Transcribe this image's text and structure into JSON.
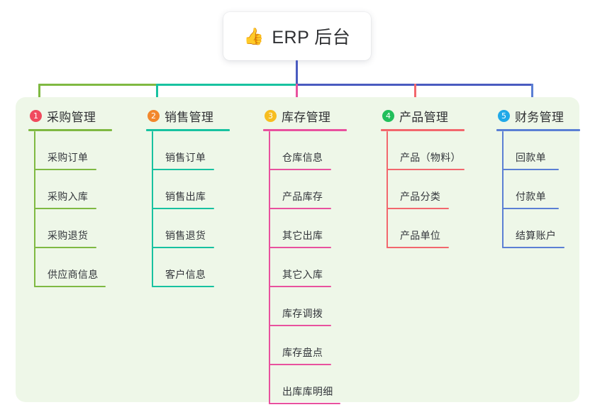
{
  "root": {
    "icon": "thumbs-up-icon",
    "icon_glyph": "👍",
    "title": "ERP 后台"
  },
  "palette": {
    "panel_background": "#eef7e8",
    "page_background": "#ffffff",
    "root_text": "#2f3033",
    "trunk": "#4a5bc0"
  },
  "connectors": {
    "trunk_color": "#4a5bc0",
    "bar_segments": [
      {
        "name": "segment-green",
        "color": "#7fb942"
      },
      {
        "name": "segment-teal",
        "color": "#18c2a0"
      },
      {
        "name": "segment-indigo",
        "color": "#4a5bc0"
      }
    ]
  },
  "columns": [
    {
      "number": "1",
      "title": "采购管理",
      "badge_color": "#f04a5e",
      "line_color": "#7fb942",
      "rule_width": 118,
      "items": [
        {
          "label": "采购订单",
          "rule_width": 88
        },
        {
          "label": "采购入库",
          "rule_width": 88
        },
        {
          "label": "采购退货",
          "rule_width": 88
        },
        {
          "label": "供应商信息",
          "rule_width": 101
        }
      ]
    },
    {
      "number": "2",
      "title": "销售管理",
      "badge_color": "#f2872c",
      "line_color": "#18c2a0",
      "rule_width": 118,
      "items": [
        {
          "label": "销售订单",
          "rule_width": 88
        },
        {
          "label": "销售出库",
          "rule_width": 88
        },
        {
          "label": "销售退货",
          "rule_width": 88
        },
        {
          "label": "客户信息",
          "rule_width": 88
        }
      ]
    },
    {
      "number": "3",
      "title": "库存管理",
      "badge_color": "#f7bd1f",
      "line_color": "#e8519e",
      "rule_width": 118,
      "items": [
        {
          "label": "仓库信息",
          "rule_width": 88
        },
        {
          "label": "产品库存",
          "rule_width": 88
        },
        {
          "label": "其它出库",
          "rule_width": 88
        },
        {
          "label": "其它入库",
          "rule_width": 88
        },
        {
          "label": "库存调拨",
          "rule_width": 88
        },
        {
          "label": "库存盘点",
          "rule_width": 88
        },
        {
          "label": "出库库明细",
          "rule_width": 101
        }
      ]
    },
    {
      "number": "4",
      "title": "产品管理",
      "badge_color": "#21bf5b",
      "line_color": "#f2676d",
      "rule_width": 118,
      "items": [
        {
          "label": "产品（物料）",
          "rule_width": 110
        },
        {
          "label": "产品分类",
          "rule_width": 88
        },
        {
          "label": "产品单位",
          "rule_width": 88
        }
      ]
    },
    {
      "number": "5",
      "title": "财务管理",
      "badge_color": "#20a9e8",
      "line_color": "#5b7fd4",
      "rule_width": 118,
      "items": [
        {
          "label": "回款单",
          "rule_width": 80
        },
        {
          "label": "付款单",
          "rule_width": 80
        },
        {
          "label": "结算账户",
          "rule_width": 88
        }
      ]
    }
  ]
}
